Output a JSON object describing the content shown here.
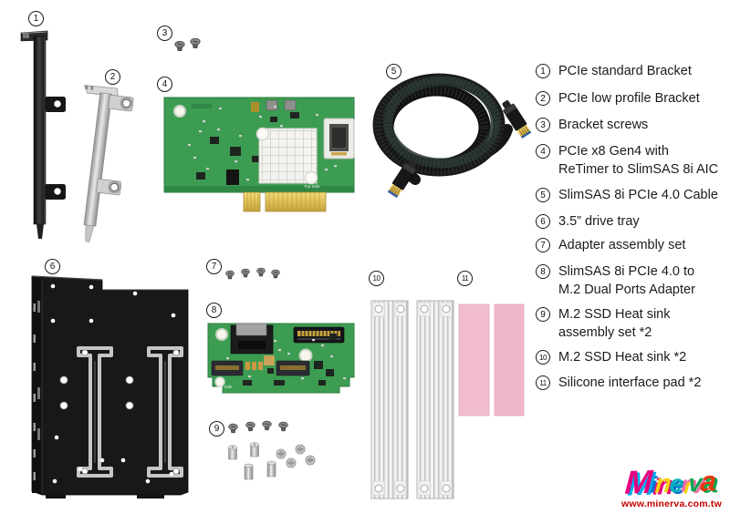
{
  "legend": {
    "items": [
      {
        "number": "1",
        "lines": [
          "PCIe standard Bracket"
        ]
      },
      {
        "number": "2",
        "lines": [
          "PCIe low profile Bracket"
        ]
      },
      {
        "number": "3",
        "lines": [
          "Bracket screws"
        ]
      },
      {
        "number": "4",
        "lines": [
          "PCIe x8 Gen4 with",
          "ReTimer to SlimSAS 8i AIC"
        ]
      },
      {
        "number": "5",
        "lines": [
          "SlimSAS 8i PCIe 4.0 Cable"
        ]
      },
      {
        "number": "6",
        "lines": [
          "3.5” drive tray"
        ]
      },
      {
        "number": "7",
        "lines": [
          "Adapter assembly set"
        ]
      },
      {
        "number": "8",
        "lines": [
          "SlimSAS 8i PCIe 4.0 to",
          "M.2 Dual Ports Adapter"
        ]
      },
      {
        "number": "9",
        "lines": [
          "M.2 SSD Heat sink",
          "assembly set *2"
        ]
      },
      {
        "number": "10",
        "lines": [
          "M.2 SSD Heat sink *2"
        ]
      },
      {
        "number": "11",
        "lines": [
          "Silicone interface pad *2"
        ]
      }
    ]
  },
  "pcb": {
    "aic_top_side": "Top Side",
    "adapter_top_side": "Top Side"
  },
  "logo": {
    "letters": [
      {
        "ch": "M",
        "color": "#e6007e",
        "shadow": "#00aeef"
      },
      {
        "ch": "i",
        "color": "#0072ce",
        "shadow": "#e6007e"
      },
      {
        "ch": "n",
        "color": "#f5d10f",
        "shadow": "#e6007e"
      },
      {
        "ch": "e",
        "color": "#00b0b9",
        "shadow": "#0072ce"
      },
      {
        "ch": "r",
        "color": "#f06eaa",
        "shadow": "#f5d10f"
      },
      {
        "ch": "v",
        "color": "#00a651",
        "shadow": "#f06eaa"
      },
      {
        "ch": "a",
        "color": "#e8380d",
        "shadow": "#00a651"
      }
    ],
    "url": "www.minerva.com.tw"
  },
  "colors": {
    "pcb_green": "#3c9c52",
    "heatsink_silver": "#ededed",
    "pad_pink": "#f2bcd0",
    "tray_black": "#181818",
    "cable_black": "#191919",
    "gold": "#d9b84a"
  }
}
